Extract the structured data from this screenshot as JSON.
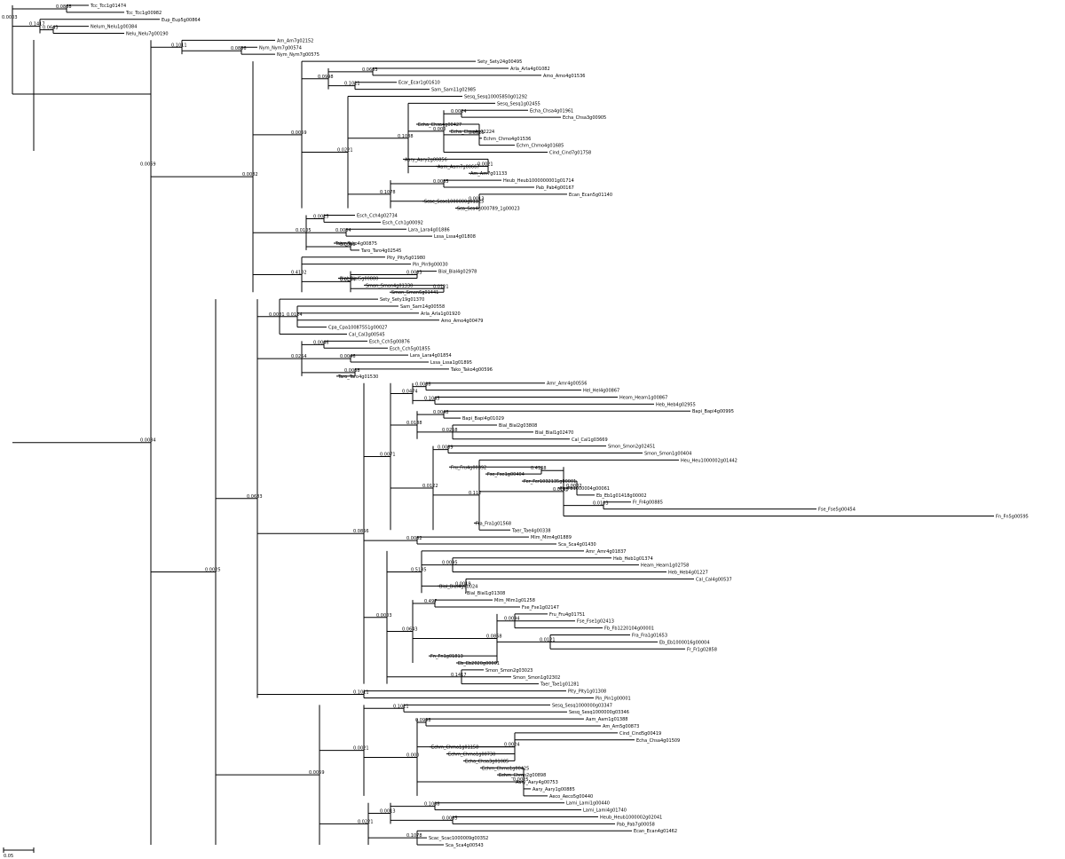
{
  "tree": {
    "tips": [
      "Tcc_Tcc1g01474",
      "Tcc_Tcc1g00982",
      "Eup_Eup5g00864",
      "Nelum_Nelu1g00384",
      "Nelu_Nelu7g00190",
      "Am_Am7g02152",
      "Nym_Nym7g00574",
      "Nym_Nym7g00575",
      "Sety_Sety24g00495",
      "Arla_Arla4g01082",
      "Amo_Amo4g01536",
      "Ecar_Ecar1g01610",
      "Sam_Sam11g02985",
      "Sesq_Sesq10005850g01292",
      "Sesq_Sesq1g02455",
      "Echa_Chsa4g01961",
      "Echa_Chsa3g00905",
      "Echa_Chsa4g00427",
      "Echa_Chsa4g02224",
      "Echm_Chmo4g01536",
      "Echm_Chmo4g01685",
      "Cind_Cind7g01758",
      "Aary_Aary2g00856",
      "Aam_Aam7g00667",
      "Am_Am7g01133",
      "Heub_Heub1000000001g01714",
      "Pab_Pab4g00167",
      "Ecan_Ecan5g01140",
      "Scac_Scac1000000g01125",
      "Sca_Sca4g000789_1g00023",
      "Esch_Cch4g02734",
      "Esch_Cch1g00092",
      "Lara_Lara4g01886",
      "Lssa_Lssa4g01808",
      "Tako_Tako4g00875",
      "Taro_Taro4g02545",
      "Pity_Pity5g01980",
      "Pin_Pin9g00030",
      "Bial_Bial4g02978",
      "Bial_Bial5g00880",
      "Smon_Smon4g01330",
      "Smon_Smon6g01441",
      "Sety_Sety19g01370",
      "Sam_Sam14g00558",
      "Arla_Arla1g01920",
      "Amo_Amo4g00479",
      "Cpa_Cpa10087551g00027",
      "Cal_Cal3g00545",
      "Esch_Cch5g00876",
      "Esch_Cch5g01855",
      "Lara_Lara4g01854",
      "Lssa_Lssa1g01895",
      "Tako_Tako4g00596",
      "Taro_Taro4g01530",
      "Amr_Amr4g00556",
      "Hel_Hel4g00867",
      "Heam_Heam1g00867",
      "Heb_Heb4g02955",
      "Bapi_Bapi4g00995",
      "Bapi_Bapi4g01029",
      "Bial_Bial2g03808",
      "Bial_Bial1g02470",
      "Cal_Cal1g03669",
      "Smon_Smon2g02451",
      "Smon_Smon1g00404",
      "Heu_Heu1000002g01442",
      "Fru_Fru4g00392",
      "Fse_Fse1g00404",
      "Fer_Fer1032135g00001",
      "Fb_Fb1000004g00061",
      "Eb_Eb1g01418g00002",
      "Fr_Fr4g00885",
      "Fse_Fse5g00454",
      "Fn_Fn5g00595",
      "Fra_Fra1g01568",
      "Taer_Tae4g00338",
      "Mim_Mim4g01889",
      "Sca_Sca4g01430",
      "Amr_Amr4g01837",
      "Heb_Heb1g01374",
      "Heam_Heam1g02758",
      "Heb_Heb4g01227",
      "Cal_Cal4g00537",
      "Bial_Bial4g00024",
      "Bial_Bial1g01308",
      "Mim_Mim1g01258",
      "Fse_Fse1g02147",
      "Fru_Fru4g01751",
      "Fse_Fse1g02413",
      "Fb_Fb1220104g00001",
      "Fra_Fra1g01653",
      "Eb_Eb1000016g00004",
      "Fr_Fr1g02858",
      "Fn_Fn1g01813",
      "Eb_Eb2020g00001",
      "Smon_Smon2g03023",
      "Smon_Smon1g02302",
      "Taer_Tae1g01281",
      "Pity_Pity1g01308",
      "Pin_Pin1g00001",
      "Sesq_Sesq1000000g03347",
      "Sesq_Sesq1000000g03346",
      "Aam_Aam1g01388",
      "Am_Am5g00873",
      "Cind_Cind5g00419",
      "Echa_Chsa4g01509",
      "Echm_Chmo1g01158",
      "Echm_Chmo1g00730",
      "Echa_Chsa3g01085",
      "Echm_Chmo1g00425",
      "Echm_Chmo2g00898",
      "Aary_Aary4g00753",
      "Aary_Aary1g00885",
      "Aeco_Aeco5g00440",
      "Lami_Lami1g00440",
      "Lami_Lami4g01740",
      "Heub_Heub1000002g02041",
      "Pab_Pab7g00058",
      "Ecan_Ecan4g01462",
      "Scac_Scac1000009g00352",
      "Sca_Sca4g00543"
    ],
    "supports": [
      "0.0868",
      "0.0643",
      "0.1417",
      "0.0003",
      "0.0856",
      "0.1011",
      "0.0683",
      "0.1021",
      "0.0998",
      "0.0024",
      "0.0025",
      "0.000",
      "0.0021",
      "0.1088",
      "0.0085",
      "0.0013",
      "0.1078",
      "0.0221",
      "0.0059",
      "0.0025",
      "0.0084",
      "0.0008",
      "0.0105",
      "0.0003",
      "0.0121",
      "0.0254",
      "0.4102",
      "0.0082",
      "0.0069",
      "0.0124",
      "0.0081",
      "0.0046",
      "0.0046",
      "0.0038",
      "0.0254",
      "0.0088",
      "0.1045",
      "0.0474",
      "0.0048",
      "0.0258",
      "0.0188",
      "0.0089",
      "0.4138",
      "0.0002",
      "0.0103",
      "0.0118",
      "0.112",
      "0.0122",
      "0.0071",
      "0.0082",
      "0.0095",
      "0.0019",
      "0.5185",
      "0.497",
      "0.0094",
      "0.0121"
    ],
    "scale_label": "0.05"
  }
}
